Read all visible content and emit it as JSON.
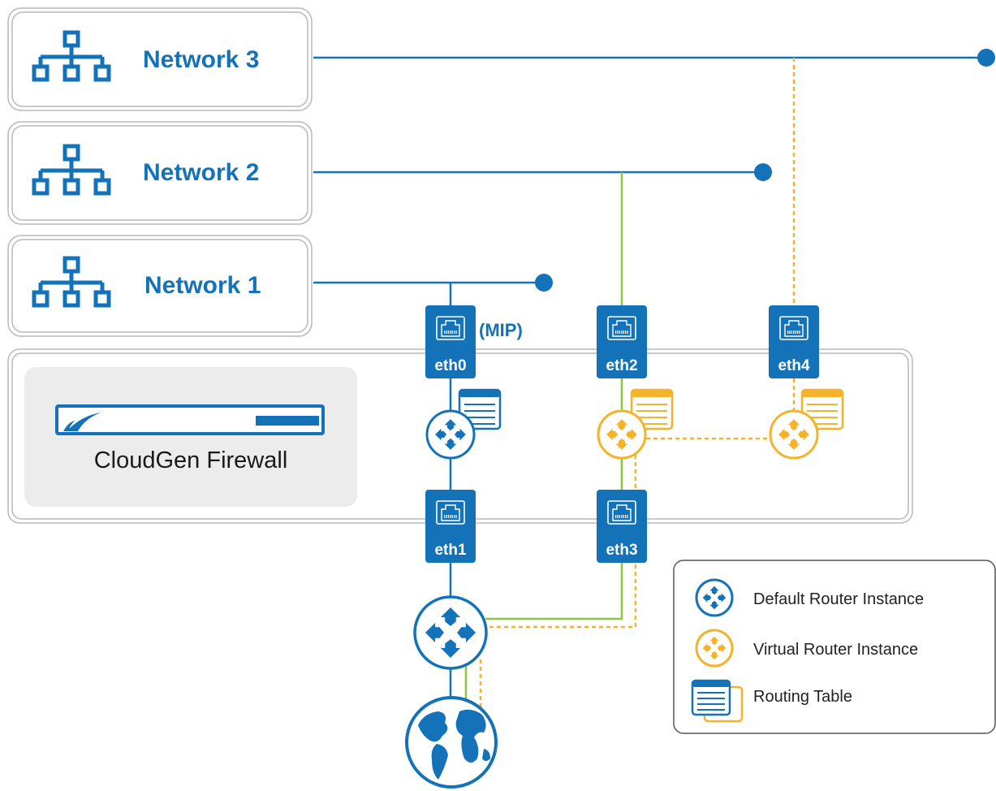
{
  "colors": {
    "blue": "#1473b8",
    "orange": "#f4b32a",
    "green": "#8cc63f",
    "box_border": "#b9b9b9",
    "firewall_panel": "#ececec"
  },
  "networks": [
    {
      "label": "Network 3",
      "icon": "network-tree-icon"
    },
    {
      "label": "Network 2",
      "icon": "network-tree-icon"
    },
    {
      "label": "Network 1",
      "icon": "network-tree-icon"
    }
  ],
  "firewall": {
    "label": "CloudGen Firewall",
    "icon": "firewall-appliance-icon"
  },
  "interfaces": [
    {
      "label": "eth0",
      "icon": "ethernet-port-icon"
    },
    {
      "label": "eth1",
      "icon": "ethernet-port-icon"
    },
    {
      "label": "eth2",
      "icon": "ethernet-port-icon"
    },
    {
      "label": "eth3",
      "icon": "ethernet-port-icon"
    },
    {
      "label": "eth4",
      "icon": "ethernet-port-icon"
    }
  ],
  "mip_label": "(MIP)",
  "legend": [
    {
      "label": "Default Router Instance",
      "icon": "default-router-icon"
    },
    {
      "label": "Virtual Router Instance",
      "icon": "virtual-router-icon"
    },
    {
      "label": "Routing Table",
      "icon": "routing-table-icon"
    }
  ],
  "internet": {
    "icon": "globe-icon"
  }
}
